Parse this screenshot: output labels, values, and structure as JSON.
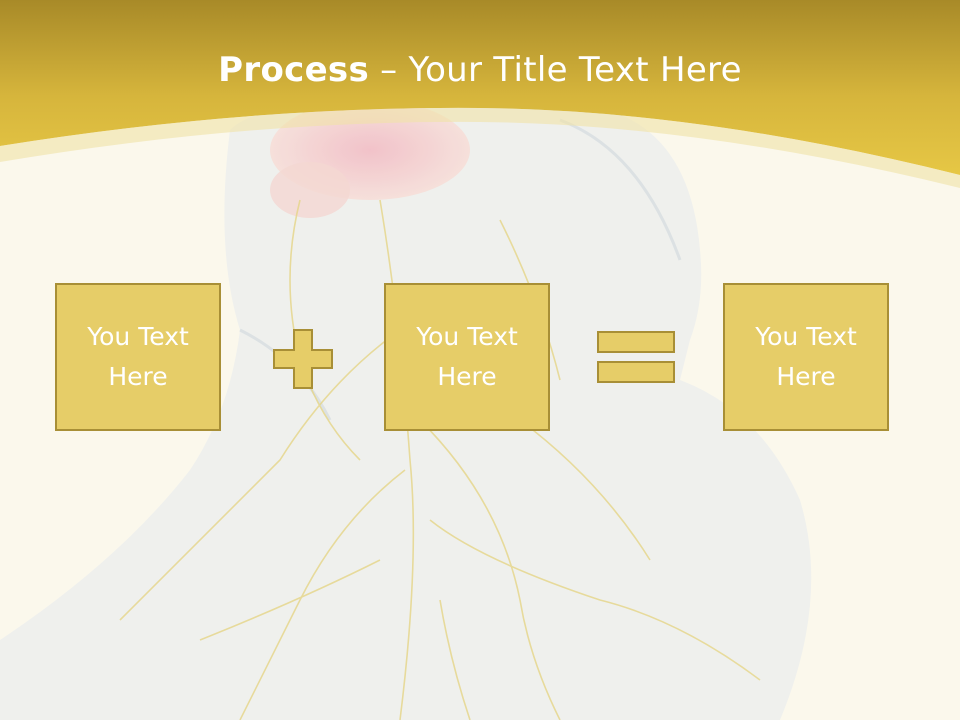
{
  "slide": {
    "title_strong": "Process",
    "title_dash": " – ",
    "title_rest": "Your Title Text Here"
  },
  "process": {
    "boxes": [
      {
        "label": "You Text Here"
      },
      {
        "label": "You Text Here"
      },
      {
        "label": "You Text Here"
      }
    ],
    "operators": [
      "plus-icon",
      "equals-icon"
    ]
  },
  "colors": {
    "header_gold": "#d9b83a",
    "box_fill": "#e6cd68",
    "box_border": "#a88f36",
    "background": "#fbf8ec"
  }
}
